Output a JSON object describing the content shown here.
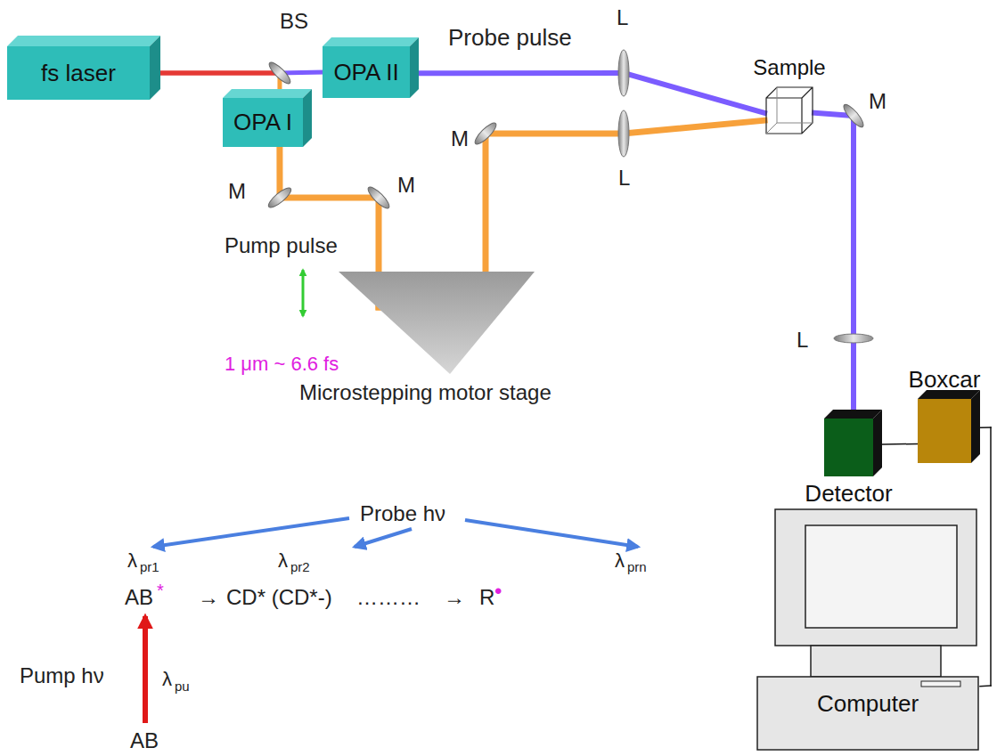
{
  "diagram": {
    "nodes": [
      {
        "text": [
          "fs laser"
        ]
      },
      {
        "text": [
          "OPA II"
        ]
      },
      {
        "text": [
          "OPA I"
        ]
      },
      {
        "text": [
          "Sample"
        ]
      },
      {
        "text": [
          "Detector"
        ]
      },
      {
        "text": [
          "Boxcar"
        ]
      },
      {
        "text": [
          "Computer"
        ]
      }
    ],
    "edges": [
      {
        "from": 0,
        "to": 1,
        "arrow": "none"
      },
      {
        "from": 0,
        "to": 2,
        "arrow": "none"
      },
      {
        "from": 1,
        "to": 3,
        "arrow": "none"
      },
      {
        "from": 2,
        "to": 3,
        "arrow": "none"
      },
      {
        "from": 3,
        "to": 4,
        "arrow": "none"
      },
      {
        "from": 4,
        "to": 5,
        "arrow": "none"
      },
      {
        "from": 5,
        "to": 6,
        "arrow": "none"
      }
    ],
    "labels": [
      "BS",
      "Probe pulse",
      "L",
      "L",
      "M",
      "L",
      "M",
      "M",
      "M",
      "Pump pulse",
      "1 μm ~ 6.6 fs",
      "Microstepping motor stage",
      "Probe hν",
      "λ",
      "pr1",
      "λ",
      "pr2",
      "λ",
      "prn",
      "AB",
      "*",
      "→",
      "CD* (CD*-)",
      "………",
      "→",
      "R",
      "•",
      "Pump hν",
      "λ",
      "pu",
      "AB"
    ]
  }
}
